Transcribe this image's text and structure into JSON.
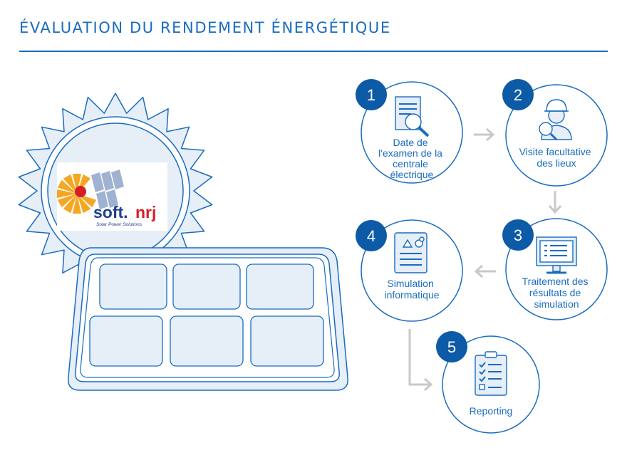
{
  "header": {
    "title": "ÉVALUATION DU RENDEMENT ÉNERGÉTIQUE"
  },
  "logo": {
    "brand_main": "soft.",
    "brand_accent": "nrj",
    "tagline": "Solar Power Solutions"
  },
  "colors": {
    "primary": "#1a6cc0",
    "dark_badge": "#0d5aa7",
    "light_fill": "#e6eef8",
    "arrow_gray": "#c8c8c8",
    "logo_red": "#d41f26",
    "logo_orange": "#f5a623"
  },
  "steps": [
    {
      "number": "1",
      "icon": "document-search-icon",
      "lines": [
        "Date de",
        "l'examen de la",
        "centrale",
        "électrique"
      ]
    },
    {
      "number": "2",
      "icon": "inspector-icon",
      "lines": [
        "Visite facultative",
        "des lieux"
      ]
    },
    {
      "number": "3",
      "icon": "monitor-icon",
      "lines": [
        "Traitement des",
        "résultats de",
        "simulation"
      ]
    },
    {
      "number": "4",
      "icon": "simulation-report-icon",
      "lines": [
        "Simulation",
        "informatique"
      ]
    },
    {
      "number": "5",
      "icon": "clipboard-checklist-icon",
      "lines": [
        "Reporting"
      ]
    }
  ]
}
